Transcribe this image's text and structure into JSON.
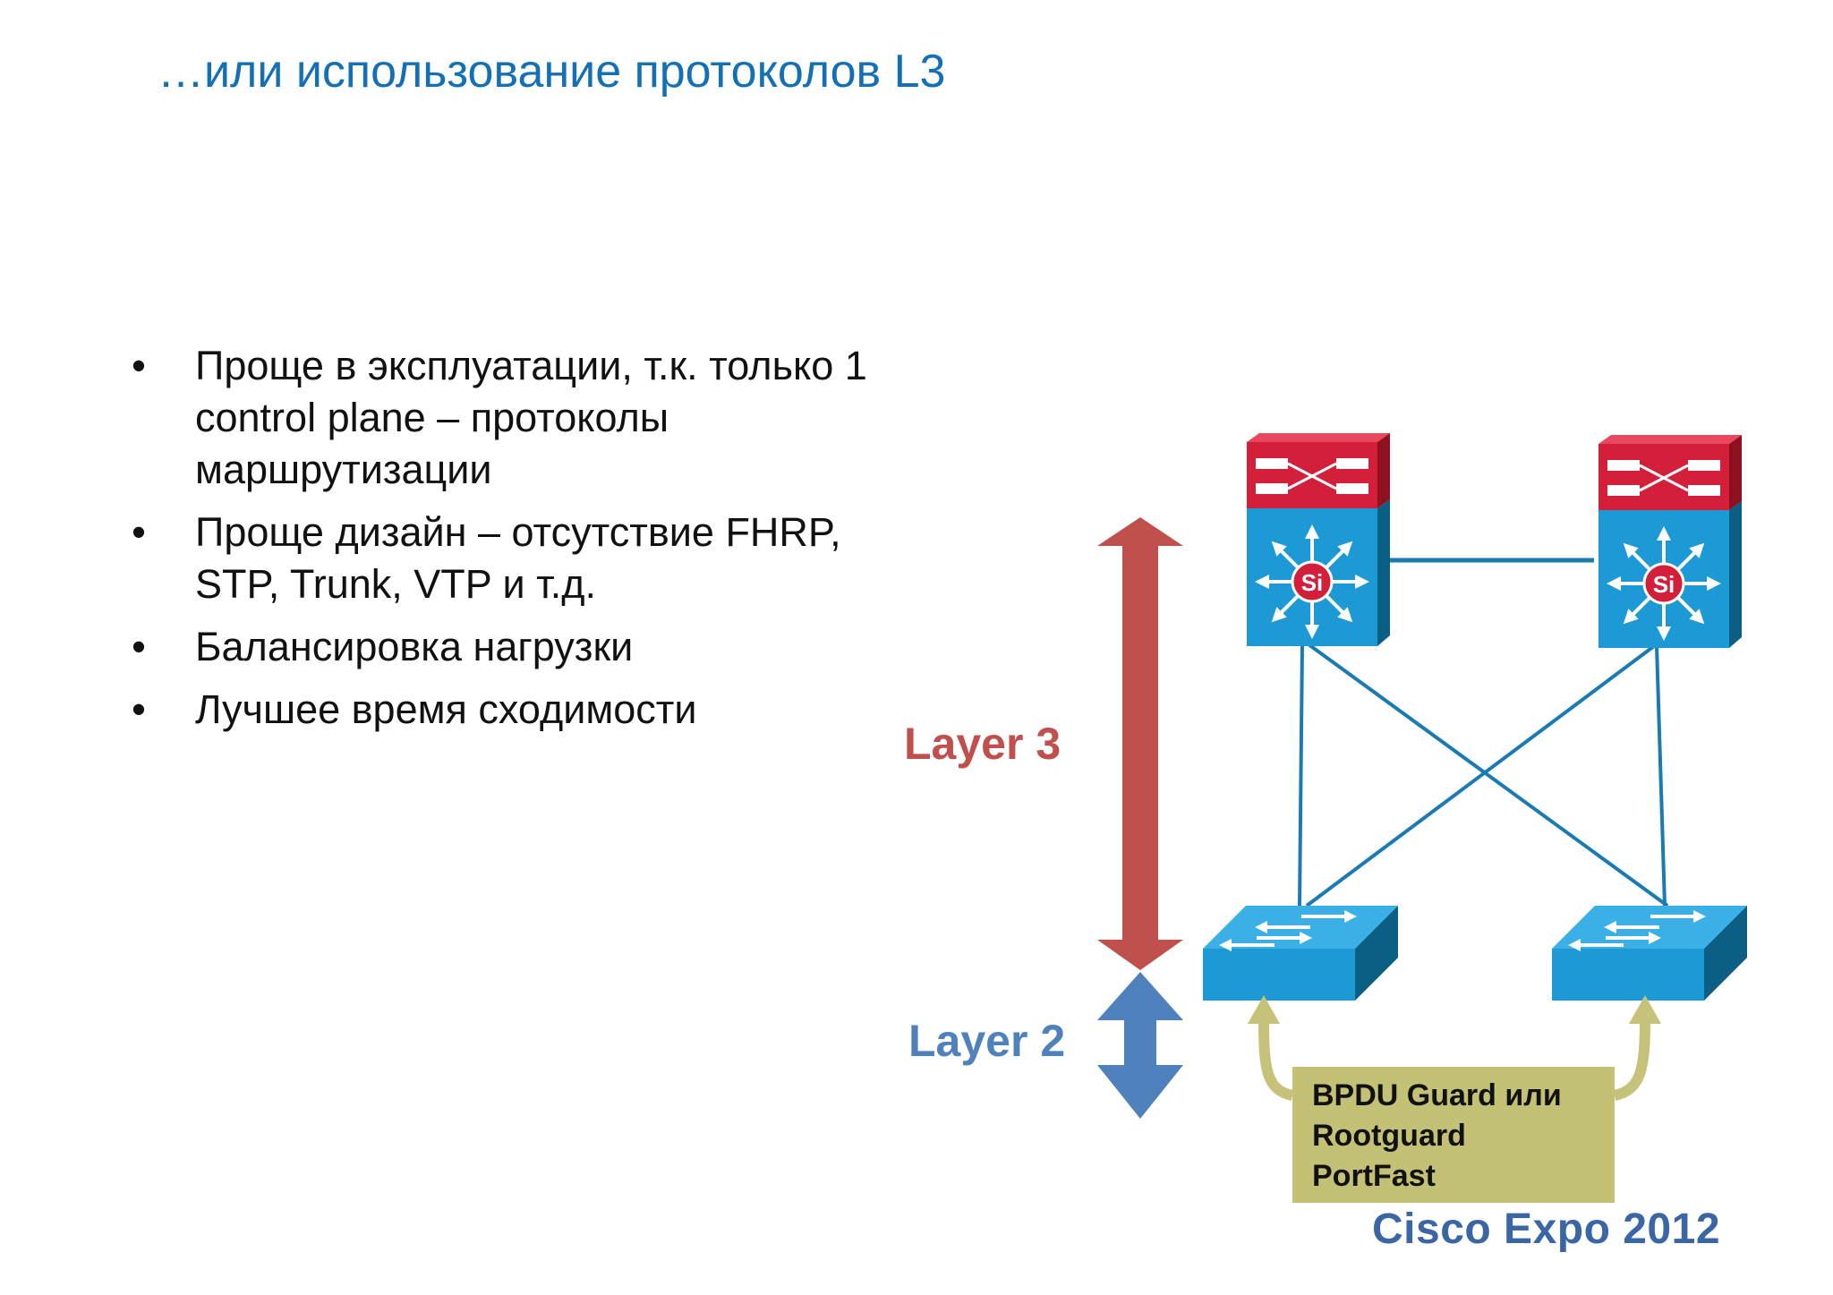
{
  "slide": {
    "title": "…или использование протоколов L3",
    "bullet_symbol": "•",
    "bullets": [
      {
        "lines": [
          "Проще в эксплуатации, т.к. только 1",
          "control plane – протоколы",
          "маршрутизации"
        ]
      },
      {
        "lines": [
          "Проще дизайн – отсутствие FHRP,",
          "STP, Trunk, VTP и т.д."
        ]
      },
      {
        "lines": [
          "Балансировка нагрузки"
        ]
      },
      {
        "lines": [
          "Лучшее время сходимости"
        ]
      }
    ]
  },
  "diagram": {
    "layer3_label": "Layer 3",
    "layer2_label": "Layer 2",
    "switch_badge": "Si",
    "note_lines": [
      "BPDU Guard или",
      "Rootguard",
      "PortFast"
    ],
    "colors": {
      "layer3": "#c0504d",
      "layer2": "#4f81bd",
      "link": "#1a7ab3",
      "switch_face": "#1d9ad6",
      "router_face": "#d31f3a",
      "note_bg": "#c3c176",
      "note_arrow": "#c6c27a"
    }
  },
  "footer": {
    "logo_text": "Cisco Expo 2012"
  }
}
